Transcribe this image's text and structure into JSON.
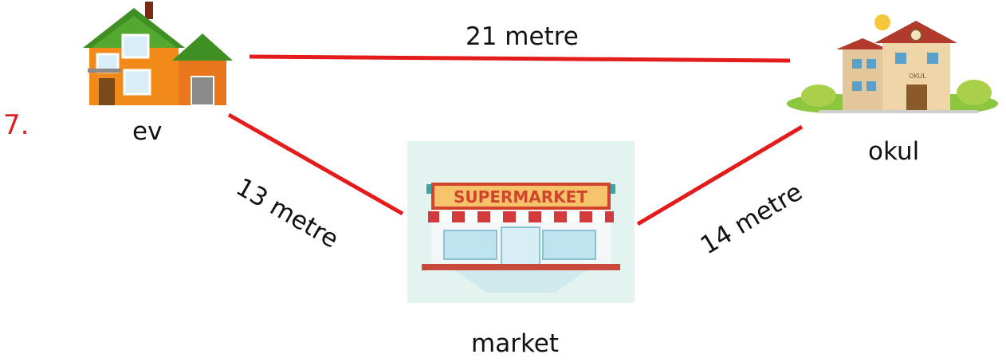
{
  "question_number": "7.",
  "places": {
    "home": "ev",
    "school": "okul",
    "market": "market",
    "market_sign": "SUPERMARKET",
    "school_sign": "OKUL"
  },
  "distances": {
    "home_school": "21 metre",
    "home_market": "13 metre",
    "market_school": "14 metre"
  },
  "colors": {
    "route_line": "#e41b1b",
    "question_number": "#e02020"
  }
}
